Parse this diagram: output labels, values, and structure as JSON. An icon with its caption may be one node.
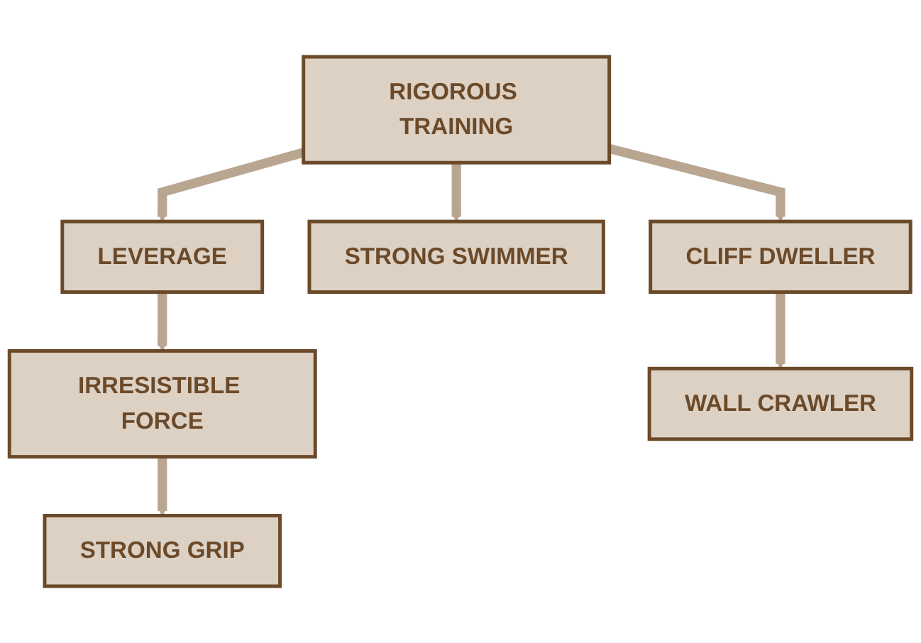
{
  "diagram": {
    "nodes": [
      {
        "text": [
          "RIGOROUS TRAINING"
        ]
      },
      {
        "text": [
          "LEVERAGE"
        ]
      },
      {
        "text": [
          "STRONG SWIMMER"
        ]
      },
      {
        "text": [
          "CLIFF DWELLER"
        ]
      },
      {
        "text": [
          "IRRESISTIBLE FORCE"
        ]
      },
      {
        "text": [
          "WALL CRAWLER"
        ]
      },
      {
        "text": [
          "STRONG GRIP"
        ]
      }
    ],
    "edges": [
      {
        "from": 0,
        "to": 1,
        "arrow": "to"
      },
      {
        "from": 0,
        "to": 2,
        "arrow": "to"
      },
      {
        "from": 0,
        "to": 3,
        "arrow": "to"
      },
      {
        "from": 1,
        "to": 4,
        "arrow": "to"
      },
      {
        "from": 3,
        "to": 5,
        "arrow": "to"
      },
      {
        "from": 4,
        "to": 6,
        "arrow": "to"
      }
    ]
  }
}
